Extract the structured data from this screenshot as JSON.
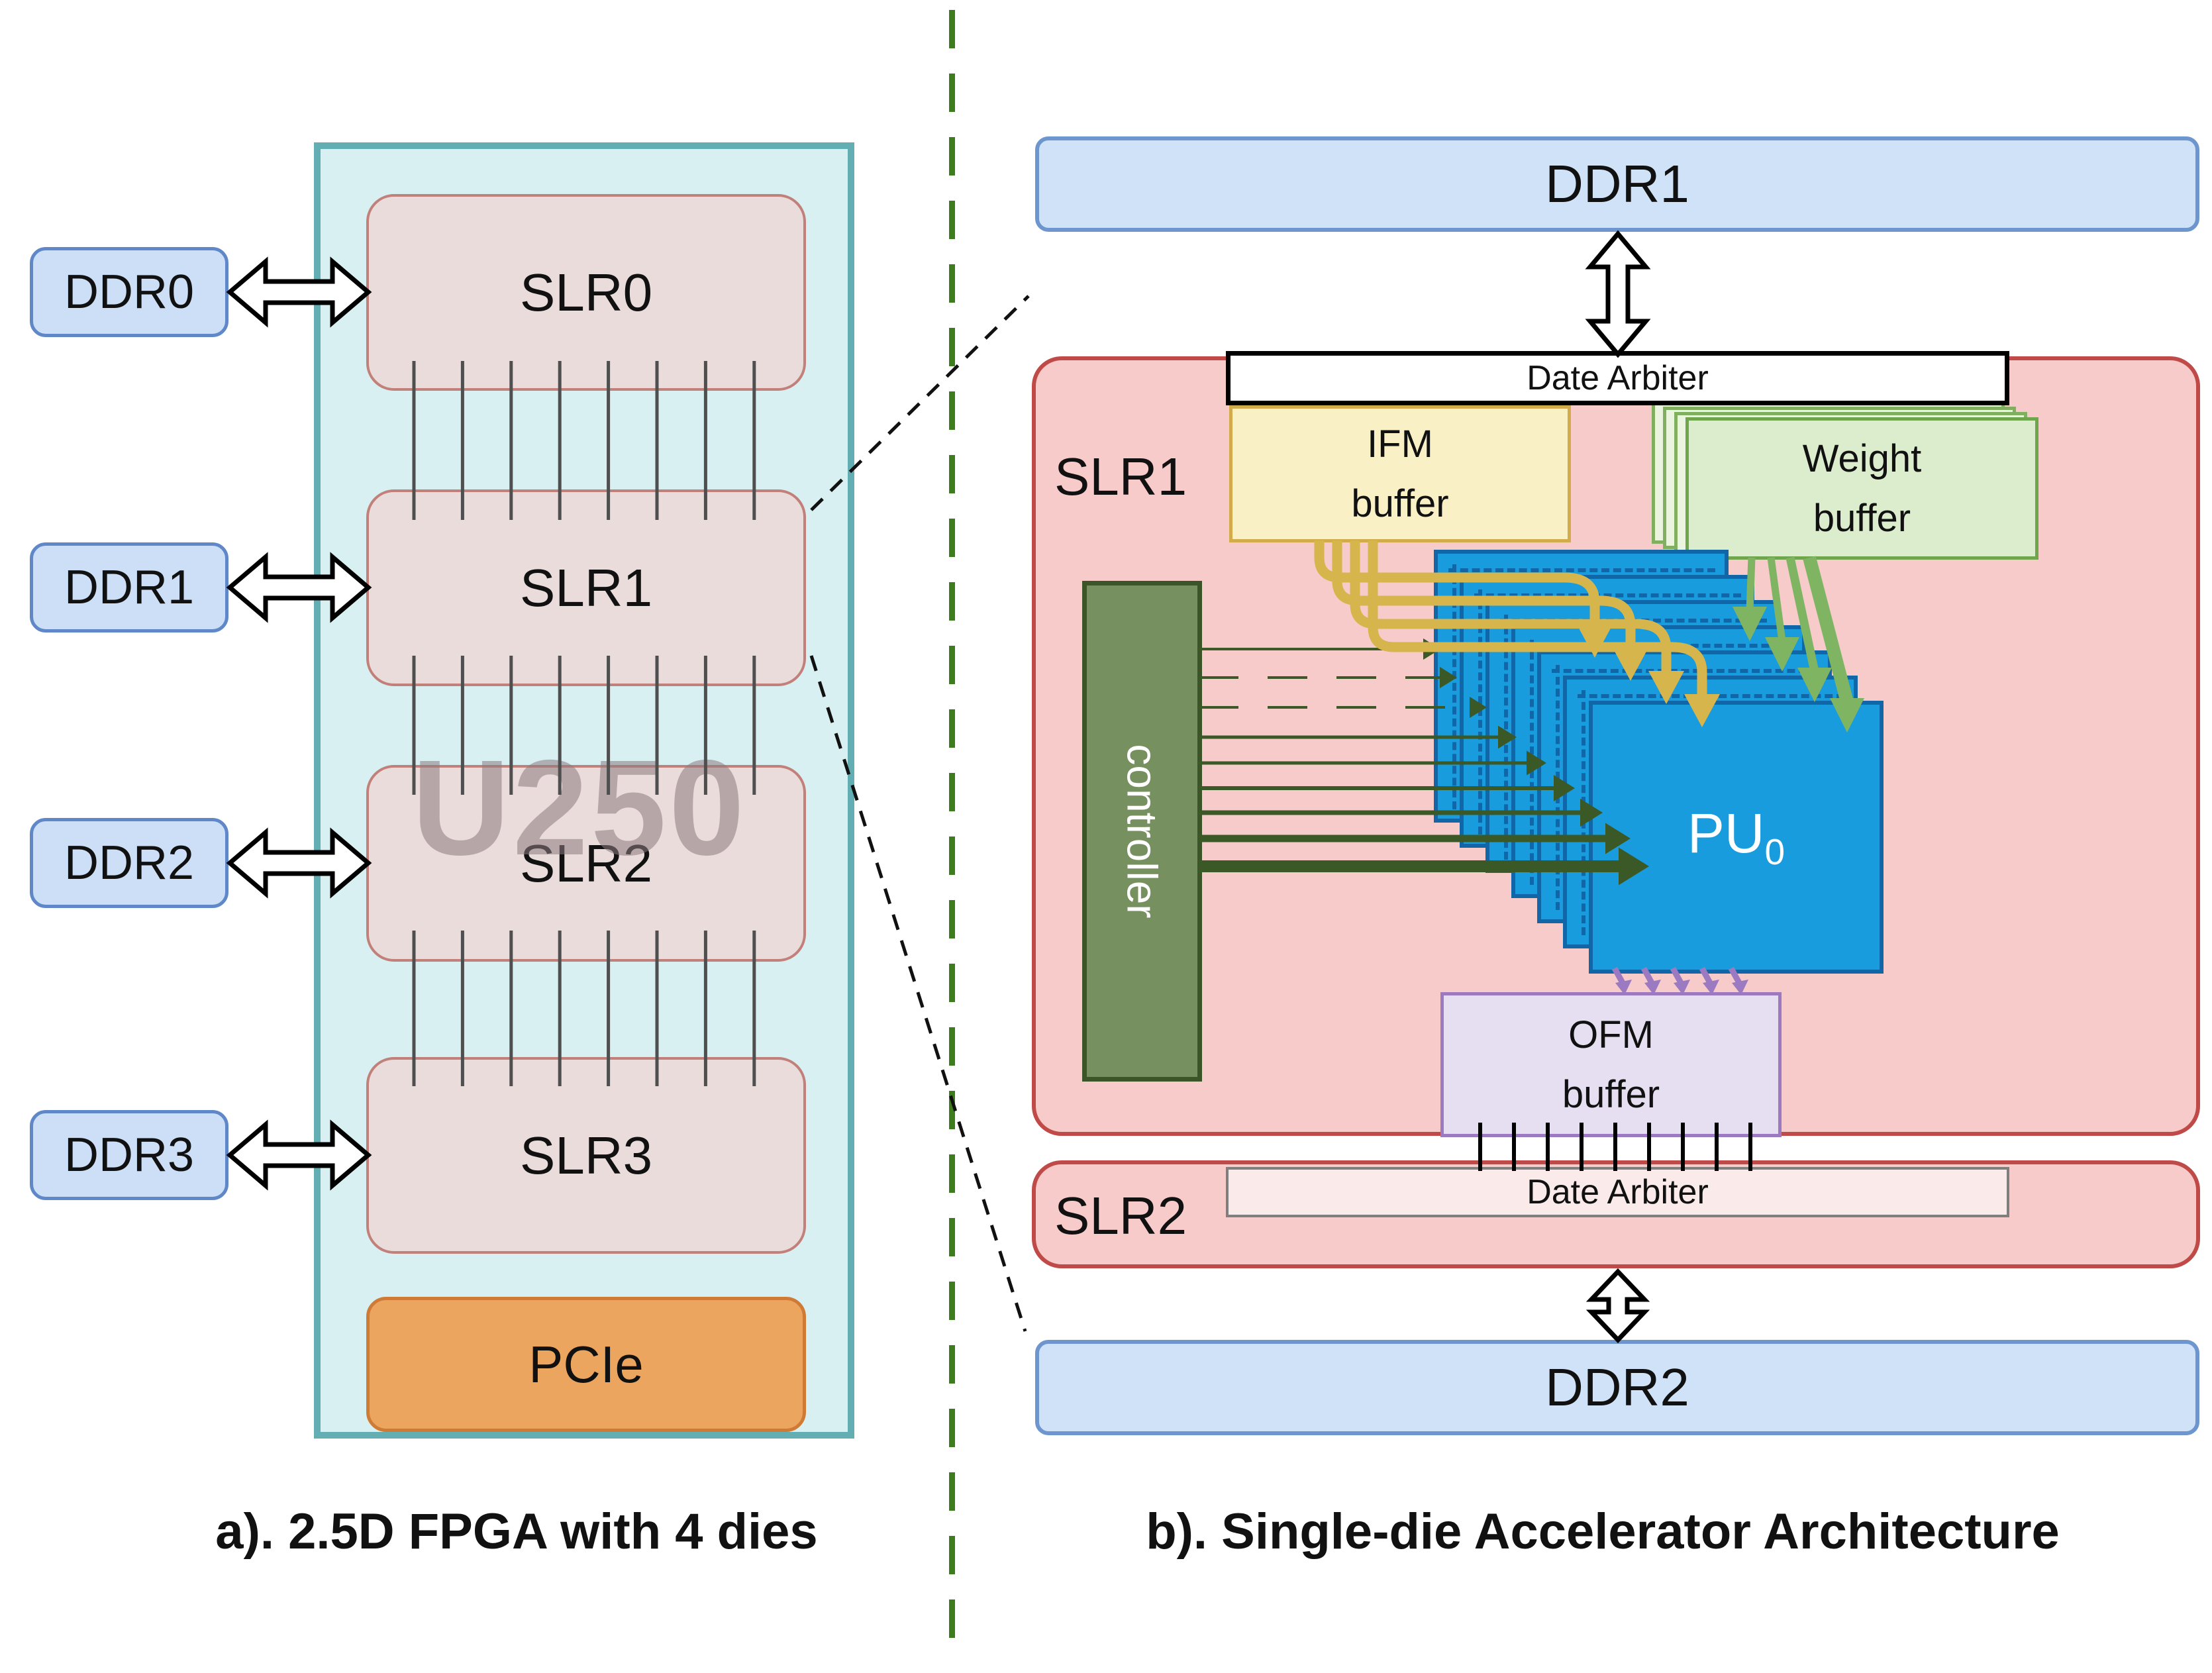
{
  "figure": {
    "panel_a": {
      "caption": "a). 2.5D FPGA with 4 dies",
      "chip_label": "U250",
      "pcie_label": "PCIe",
      "slr_dies": [
        "SLR0",
        "SLR1",
        "SLR2",
        "SLR3"
      ],
      "ddr_chips": [
        "DDR0",
        "DDR1",
        "DDR2",
        "DDR3"
      ],
      "interconnect_wires_per_gap": 8,
      "interconnect_gap_count": 3
    },
    "panel_b": {
      "caption": "b). Single-die Accelerator Architecture",
      "ddr_top": "DDR1",
      "ddr_bottom": "DDR2",
      "slr1_label": "SLR1",
      "slr2_label": "SLR2",
      "date_arbiter_top": "Date Arbiter",
      "date_arbiter_bottom": "Date Arbiter",
      "ifm_lines": [
        "IFM",
        "buffer"
      ],
      "weight_lines": [
        "Weight",
        "buffer"
      ],
      "ofm_lines": [
        "OFM",
        "buffer"
      ],
      "controller_label": "controller",
      "pu_label": "PU",
      "pu_subscript": "0",
      "pu_stack_layers": 7,
      "weight_stack_layers": 4,
      "controller_arrow_count": 9,
      "ifm_arrow_count": 4,
      "weight_arrow_count": 4,
      "ofm_arrow_count": 5,
      "ofm_tick_count": 9
    },
    "colors": {
      "fpga_fill": "#D8F0F2",
      "fpga_border": "#62AEB2",
      "die_fill": "#E9DCDB",
      "die_border": "#C1807A",
      "ddr_left_fill": "#CCDFF6",
      "ddr_left_border": "#6088C8",
      "pcie_fill": "#ECA55F",
      "pcie_border": "#CF7B35",
      "watermark": "#8F7B80",
      "ddr_right_fill": "#CFE2F7",
      "ddr_right_border": "#6E96CE",
      "slr_fill": "#F6CBC9",
      "slr_border": "#BF4A47",
      "arbiter_top_fill": "#FFFFFF",
      "arbiter_bottom_fill": "#FBEAEA",
      "ifm_fill": "#FAF0C5",
      "ifm_border": "#D2AC4A",
      "weight_fill": "#DCEDCD",
      "weight_border": "#6FA54D",
      "controller_fill": "#77905F",
      "controller_border": "#3B5428",
      "pu_fill": "#199CDE",
      "pu_border": "#1166A7",
      "ofm_fill": "#E6DFF2",
      "ofm_border": "#9C7AC2",
      "ifm_arrow": "#D5B54C",
      "weight_arrow": "#7FB463",
      "controller_arrow": "#3A5927",
      "ofm_arrow": "#9C7AC2",
      "divider": "#3E7D1D",
      "wire_grey": "#4F4F4F"
    }
  }
}
